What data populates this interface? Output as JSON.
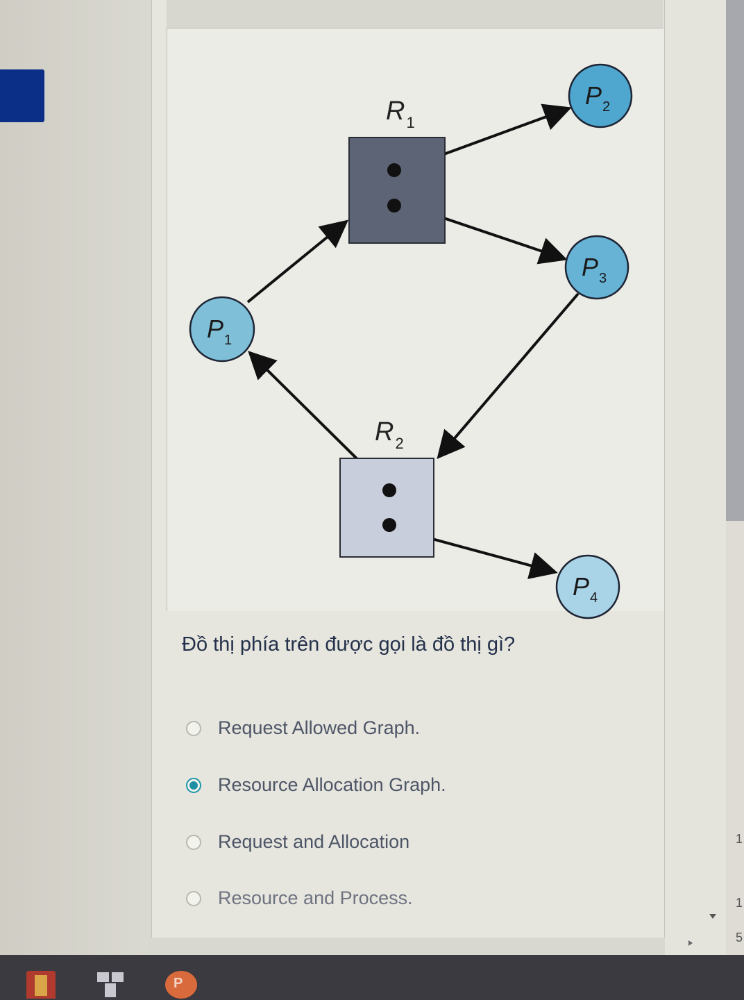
{
  "graph": {
    "resources": [
      {
        "id": "R1",
        "label": "R",
        "subscript": "1",
        "instances": 2,
        "color": "#5d6476"
      },
      {
        "id": "R2",
        "label": "R",
        "subscript": "2",
        "instances": 2,
        "color": "#c8cedc"
      }
    ],
    "processes": [
      {
        "id": "P1",
        "label": "P",
        "subscript": "1",
        "color": "#7fbfd8"
      },
      {
        "id": "P2",
        "label": "P",
        "subscript": "2",
        "color": "#4fa6cf"
      },
      {
        "id": "P3",
        "label": "P",
        "subscript": "3",
        "color": "#67b3d6"
      },
      {
        "id": "P4",
        "label": "P",
        "subscript": "4",
        "color": "#a9d3e6"
      }
    ],
    "edges": [
      {
        "from": "R1",
        "to": "P2",
        "kind": "assignment"
      },
      {
        "from": "R1",
        "to": "P3",
        "kind": "assignment"
      },
      {
        "from": "P1",
        "to": "R1",
        "kind": "request"
      },
      {
        "from": "P3",
        "to": "R2",
        "kind": "request"
      },
      {
        "from": "R2",
        "to": "P1",
        "kind": "assignment"
      },
      {
        "from": "R2",
        "to": "P4",
        "kind": "assignment"
      }
    ]
  },
  "question": {
    "text": "Đồ thị phía trên được gọi là đồ thị gì?",
    "options": [
      {
        "label": "Request Allowed Graph.",
        "selected": false
      },
      {
        "label": "Resource Allocation Graph.",
        "selected": true
      },
      {
        "label": "Request and Allocation",
        "selected": false
      },
      {
        "label": "Resource and Process.",
        "selected": false
      }
    ]
  },
  "accent_color": "#1f8fa3",
  "sidebar": {
    "nav_block_color": "#0b2f86"
  },
  "taskbar": {
    "icons": [
      "file-explorer-icon",
      "app-grid-icon",
      "powerpoint-icon"
    ],
    "powerpoint_letter": "P"
  },
  "edge_digits": [
    "1",
    "1",
    "5"
  ]
}
